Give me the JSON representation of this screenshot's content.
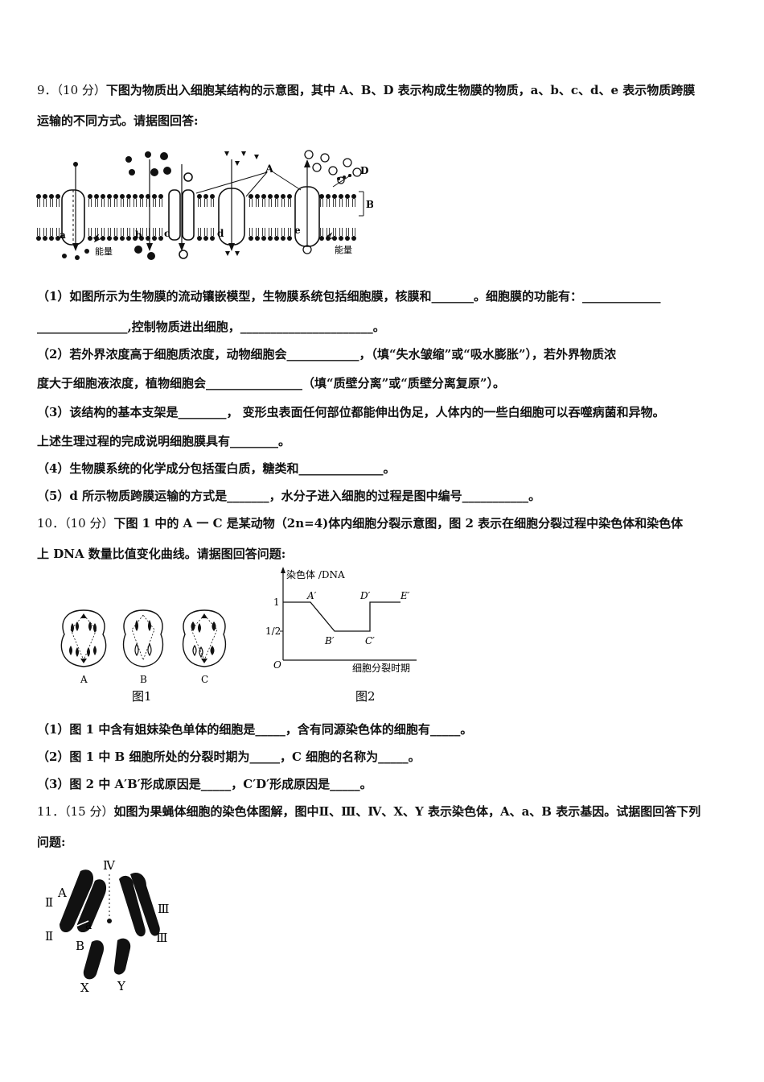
{
  "q9": {
    "header_line1_num": "9．（10 分）",
    "header_line1_text": "下图为物质出入细胞某结构的示意图，其中 A、B、D 表示构成生物膜的物质，a、b、c、d、e 表示物质跨膜",
    "header_line2": "运输的不同方式。请据图回答:",
    "figure_labels": {
      "A": "A",
      "B": "B",
      "D": "D",
      "a": "a",
      "b": "b",
      "c": "c",
      "d": "d",
      "e": "e",
      "energy1": "能量",
      "energy2": "能量"
    },
    "s1_line1": "（1）如图所示为生物膜的流动镶嵌模型，生物膜系统包括细胞膜，核膜和_______。细胞膜的功能有：_____________",
    "s1_line2": "_______________,控制物质进出细胞，______________________。",
    "s2_line1": "（2）若外界浓度高于细胞质浓度，动物细胞会____________，（填“失水皱缩”或“吸水膨胀”），若外界物质浓",
    "s2_line2": "度大于细胞液浓度，植物细胞会________________（填“质壁分离”或“质壁分离复原”）。",
    "s3_line1": "（3）该结构的基本支架是________，  变形虫表面任何部位都能伸出伪足，人体内的一些白细胞可以吞噬病菌和异物。",
    "s3_line2": "上述生理过程的完成说明细胞膜具有________。",
    "s4_line1": "（4）生物膜系统的化学成分包括蛋白质，糖类和______________。",
    "s5_line1": "（5）d 所示物质跨膜运输的方式是_______，水分子进入细胞的过程是图中编号___________。"
  },
  "q10": {
    "header_line1_num": "10．（10 分）",
    "header_line1_text": "下图 1 中的 A 一 C 是某动物（2n=4)体内细胞分裂示意图，图 2 表示在细胞分裂过程中染色体和染色体",
    "header_line2": "上 DNA 数量比值变化曲线。请据图回答问题:",
    "fig1": {
      "cell_A": "A",
      "cell_B": "B",
      "cell_C": "C",
      "caption": "图1"
    },
    "fig2": {
      "ylabel": "染色体 /DNA",
      "xlabel": "细胞分裂时期",
      "origin": "O",
      "tick_1": "1",
      "tick_half": "1/2",
      "pt_A": "A′",
      "pt_B": "B′",
      "pt_C": "C′",
      "pt_D": "D′",
      "pt_E": "E′",
      "caption": "图2"
    },
    "s1": "（1）图 1 中含有姐妹染色单体的细胞是_____，含有同源染色体的细胞有_____。",
    "s2": "（2）图 1 中 B 细胞所处的分裂时期为_____，C 细胞的名称为_____。",
    "s3": "（3）图 2 中 A′B′形成原因是_____，C′D′形成原因是_____。"
  },
  "q11": {
    "header_line1_num": "11．（15 分）",
    "header_line1_text": "如图为果蝇体细胞的染色体图解，图中Ⅱ、Ⅲ、Ⅳ、X、Y 表示染色体，A、a、B 表示基因。试据图回答下列",
    "header_line2": "问题:",
    "figure_labels": {
      "IV": "Ⅳ",
      "II_top": "Ⅱ",
      "II_bottom": "Ⅱ",
      "III_top": "Ⅲ",
      "III_bottom": "Ⅲ",
      "A": "A",
      "a": "a",
      "B": "B",
      "X": "X",
      "Y": "Y"
    }
  }
}
